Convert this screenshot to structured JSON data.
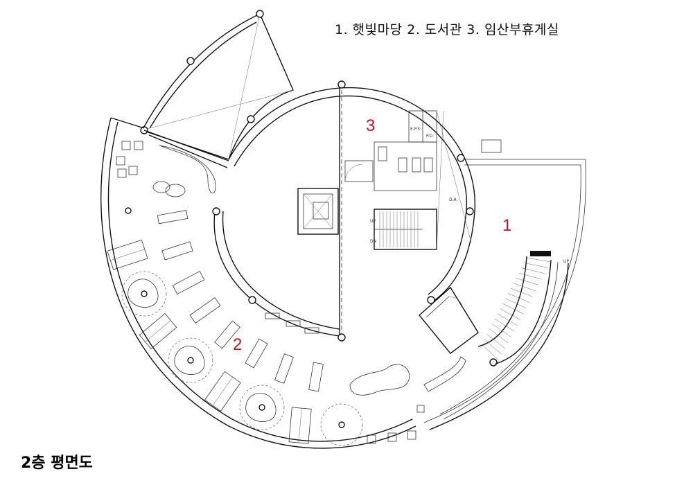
{
  "legend": "1. 햇빛마당  2. 도서관  3. 임산부휴게실",
  "title": "2층 평면도",
  "rooms": [
    {
      "id": "room-1",
      "label": "1"
    },
    {
      "id": "room-2",
      "label": "2"
    },
    {
      "id": "room-3",
      "label": "3"
    }
  ],
  "labels": {
    "eps": "E.P.S",
    "pd": "P.D",
    "da": "D.A",
    "up_stair": "UP",
    "dn_stair": "DN",
    "up_ramp": "UP"
  },
  "colors": {
    "room_number": "#d0101e",
    "line": "#111111"
  }
}
